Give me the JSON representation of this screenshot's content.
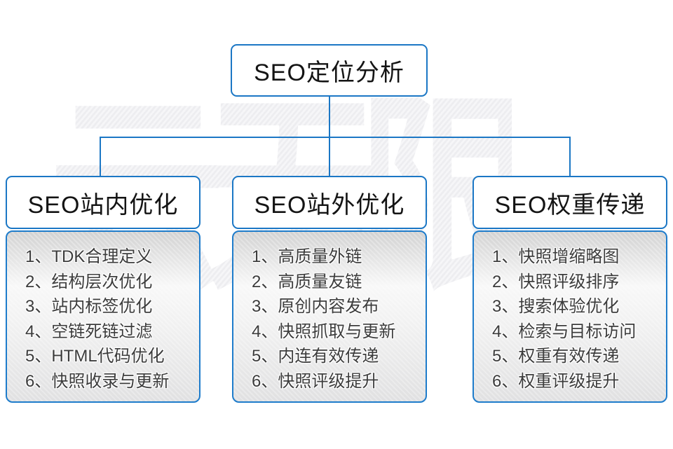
{
  "diagram": {
    "watermark": "云无限",
    "accent_color": "#1b77c5",
    "root": {
      "label": "SEO定位分析"
    },
    "columns": [
      {
        "title": "SEO站内优化",
        "items": [
          "1、TDK合理定义",
          "2、结构层次优化",
          "3、站内标签优化",
          "4、空链死链过滤",
          "5、HTML代码优化",
          "6、快照收录与更新"
        ]
      },
      {
        "title": "SEO站外优化",
        "items": [
          "1、高质量外链",
          "2、高质量友链",
          "3、原创内容发布",
          "4、快照抓取与更新",
          "5、内连有效传递",
          "6、快照评级提升"
        ]
      },
      {
        "title": "SEO权重传递",
        "items": [
          "1、快照增缩略图",
          "2、快照评级排序",
          "3、搜索体验优化",
          "4、检索与目标访问",
          "5、权重有效传递",
          "6、权重评级提升"
        ]
      }
    ]
  }
}
